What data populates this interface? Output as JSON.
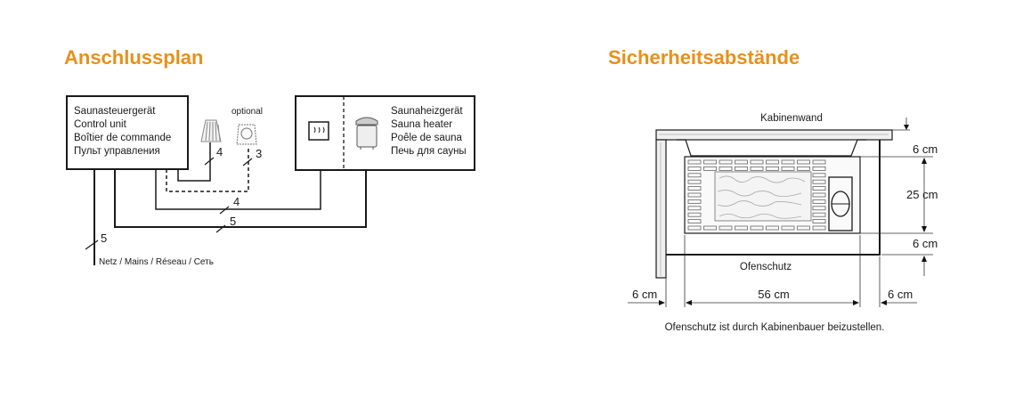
{
  "left": {
    "title": "Anschlussplan",
    "control_unit": [
      "Saunasteuergerät",
      "Control unit",
      "Boîtier de commande",
      "Пульт управления"
    ],
    "heater": [
      "Saunaheizgerät",
      "Sauna heater",
      "Poêle de sauna",
      "Печь для сауны"
    ],
    "optional": "optional",
    "mains": "Netz / Mains / Réseau / Сеть",
    "wire_counts": {
      "lamp": "4",
      "sensor": "3",
      "heater_control": "4",
      "heater_power": "5",
      "mains": "5"
    }
  },
  "right": {
    "title": "Sicherheitsabstände",
    "wall": "Kabinenwand",
    "top_gap": "6 cm",
    "heater_depth": "25 cm",
    "bottom_gap": "6 cm",
    "guard": "Ofenschutz",
    "left_gap": "6 cm",
    "width": "56 cm",
    "right_gap": "6 cm",
    "note": "Ofenschutz ist durch Kabinenbauer beizustellen."
  }
}
